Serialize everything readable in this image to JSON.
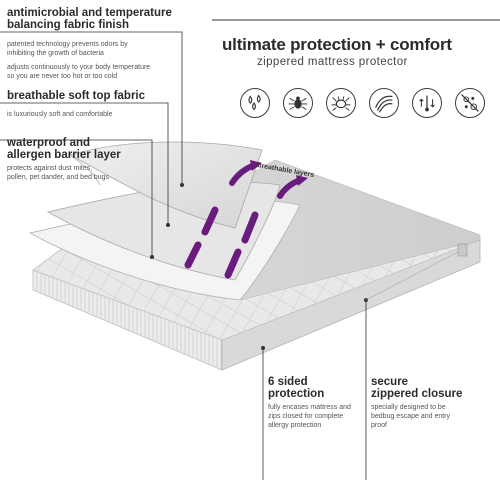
{
  "header": {
    "title": "ultimate protection + comfort",
    "subtitle": "zippered mattress protector"
  },
  "features": {
    "antimicrobial": {
      "heading_line1": "antimicrobial and temperature",
      "heading_line2": "balancing fabric finish",
      "desc1_line1": "patented technology prevents odors by",
      "desc1_line2": "inhibiting the growth of bacteria",
      "desc2_line1": "adjusts continuously to your body temperature",
      "desc2_line2": "so you are never too hot or too cold"
    },
    "breathable": {
      "heading": "breathable soft top fabric",
      "desc": "is luxuriously soft and comfortable"
    },
    "waterproof": {
      "heading_line1": "waterproof and",
      "heading_line2": "allergen barrier layer",
      "desc_line1": "protects against dust mites,",
      "desc_line2": "pollen, pet dander, and bed bugs"
    },
    "six_sided": {
      "heading_line1": "6 sided",
      "heading_line2": "protection",
      "desc_line1": "fully encases mattress and",
      "desc_line2": "zips closed for complete",
      "desc_line3": "allergy protection"
    },
    "zippered": {
      "heading_line1": "secure",
      "heading_line2": "zippered closure",
      "desc_line1": "specially designed to be",
      "desc_line2": "bedbug escape and entry",
      "desc_line3": "proof"
    }
  },
  "illustration": {
    "breathable_label": "breathable layers",
    "accent_color": "#6a1b7e"
  },
  "icons": [
    "water-drops-icon",
    "dust-mite-icon",
    "bed-bug-icon",
    "layers-icon",
    "temperature-icon",
    "no-bacteria-icon"
  ]
}
